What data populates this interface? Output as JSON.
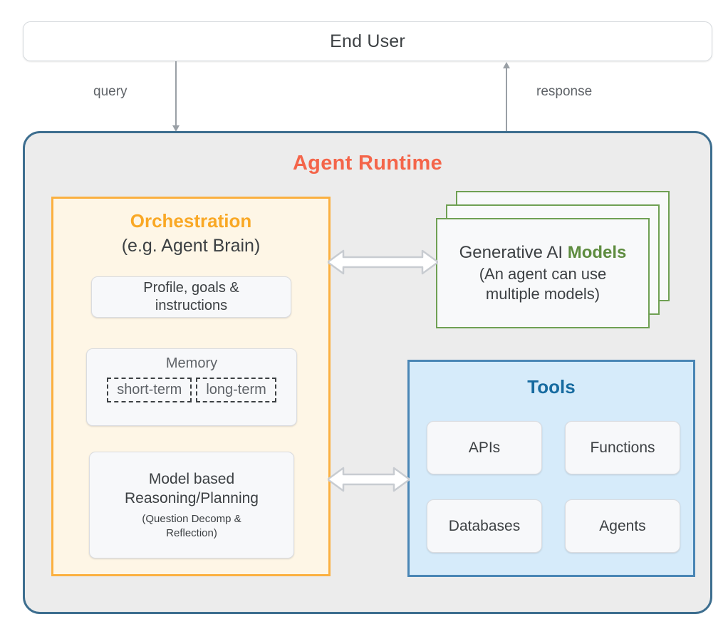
{
  "diagram": {
    "end_user": {
      "label": "End User"
    },
    "connectors": [
      {
        "name": "query",
        "label": "query",
        "direction": "down"
      },
      {
        "name": "response",
        "label": "response",
        "direction": "up"
      }
    ],
    "runtime": {
      "title": "Agent Runtime",
      "title_color": "#f4654a",
      "border_color": "#3d6e8f",
      "fill_color": "#ececec"
    },
    "orchestration": {
      "title": "Orchestration",
      "subtitle": "(e.g. Agent Brain)",
      "title_color": "#f9a825",
      "border_color": "#fbb040",
      "fill_color": "#fef6e6",
      "cards": {
        "profile": {
          "line1": "Profile, goals &",
          "line2": "instructions"
        },
        "memory": {
          "title": "Memory",
          "chips": [
            "short-term",
            "long-term"
          ]
        },
        "reasoning": {
          "line1": "Model based",
          "line2": "Reasoning/Planning",
          "sub1": "(Question Decomp &",
          "sub2": "Reflection)"
        }
      }
    },
    "models": {
      "title_plain": "Generative AI ",
      "title_accent": "Models",
      "subtitle_line1": "(An agent can use",
      "subtitle_line2": "multiple models)",
      "accent_color": "#5e8c3f",
      "border_color": "#6fa053",
      "stack_count": 3
    },
    "tools": {
      "title": "Tools",
      "title_color": "#176ba0",
      "border_color": "#4a86b5",
      "fill_color": "#d6ebfa",
      "items": [
        "APIs",
        "Functions",
        "Databases",
        "Agents"
      ]
    },
    "internal_arrows": [
      {
        "name": "orchestration-models-arrow",
        "type": "double-headed"
      },
      {
        "name": "orchestration-tools-arrow",
        "type": "double-headed"
      }
    ]
  }
}
